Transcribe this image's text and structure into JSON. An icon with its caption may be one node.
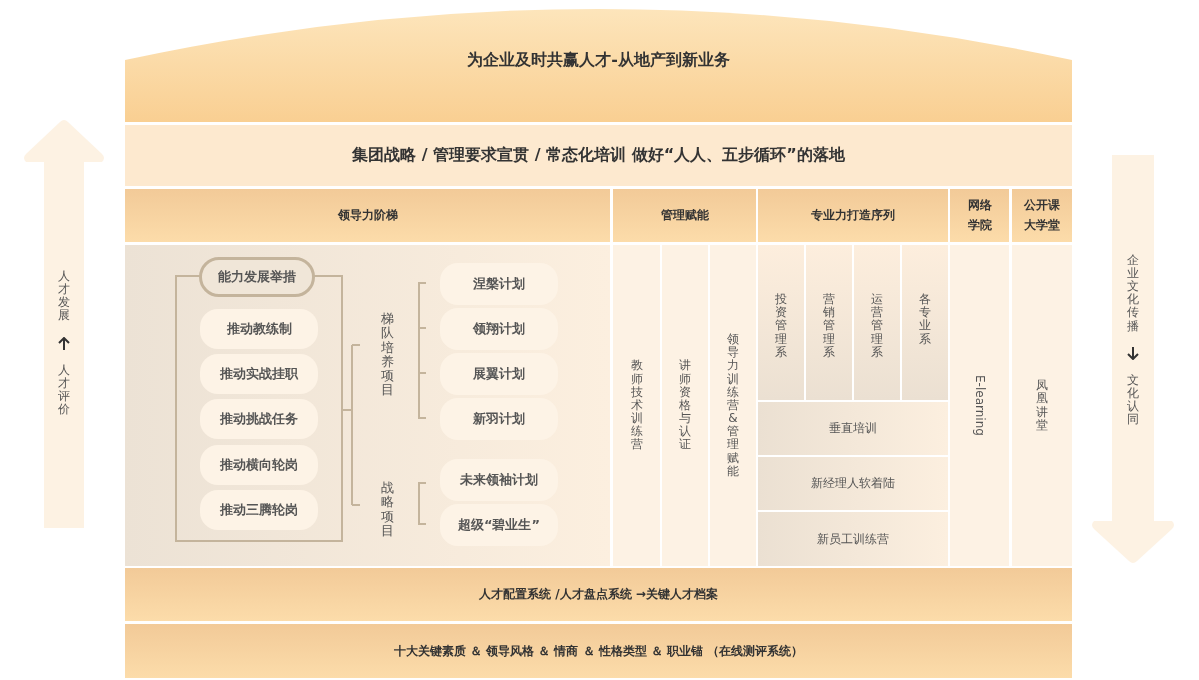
{
  "diagram": {
    "nodes": [
      {
        "text": [
          "为企业及时共赢人才-从地产到新业务"
        ]
      },
      {
        "text": [
          "集团战略 / 管理要求宣贯 / 常态化培训  做好“人人、五步循环”的落地"
        ]
      },
      {
        "text": [
          "领导力阶梯"
        ]
      },
      {
        "text": [
          "管理赋能"
        ]
      },
      {
        "text": [
          "专业力打造序列"
        ]
      },
      {
        "text": [
          "网络学院"
        ]
      },
      {
        "text": [
          "公开课大学堂"
        ]
      },
      {
        "text": [],
        "shape": "box"
      },
      {
        "text": [
          "能力发展举措"
        ]
      },
      {
        "text": [
          "推动教练制"
        ],
        "in": 7
      },
      {
        "text": [
          "推动实战挂职"
        ],
        "in": 7
      },
      {
        "text": [
          "推动挑战任务"
        ],
        "in": 7
      },
      {
        "text": [
          "推动横向轮岗"
        ],
        "in": 7
      },
      {
        "text": [
          "推动三腾轮岗"
        ],
        "in": 7
      },
      {
        "text": [
          "涅槃计划"
        ]
      },
      {
        "text": [
          "领翔计划"
        ]
      },
      {
        "text": [
          "展翼计划"
        ]
      },
      {
        "text": [
          "新羽计划"
        ]
      },
      {
        "text": [
          "未来领袖计划"
        ]
      },
      {
        "text": [
          "超级“碧业生”"
        ]
      },
      {
        "text": [
          "教师技术训练营"
        ]
      },
      {
        "text": [
          "讲师资格与认证"
        ]
      },
      {
        "text": [
          "领导力训练营&管理赋能"
        ]
      },
      {
        "text": [
          "投资管理系"
        ]
      },
      {
        "text": [
          "营销管理系"
        ]
      },
      {
        "text": [
          "运营管理系"
        ]
      },
      {
        "text": [
          "各专业系"
        ]
      },
      {
        "text": [
          "垂直培训"
        ]
      },
      {
        "text": [
          "新经理人软着陆"
        ]
      },
      {
        "text": [
          "新员工训练营"
        ]
      },
      {
        "text": [
          "E-learning"
        ]
      },
      {
        "text": [
          "凤凰讲堂"
        ]
      },
      {
        "text": [
          "人才配置系统 /人才盘点系统 →关键人才档案"
        ]
      },
      {
        "text": [
          "十大关键素质 ＆ 领导风格 ＆ 情商 ＆ 性格类型 ＆ 职业锚 （在线测评系统）"
        ]
      },
      {
        "text": [
          "人才发展",
          "人才评价"
        ]
      },
      {
        "text": [
          "企业文化传播",
          "文化认同"
        ]
      }
    ],
    "labels": [
      "梯队培养项目",
      "战略项目"
    ]
  }
}
